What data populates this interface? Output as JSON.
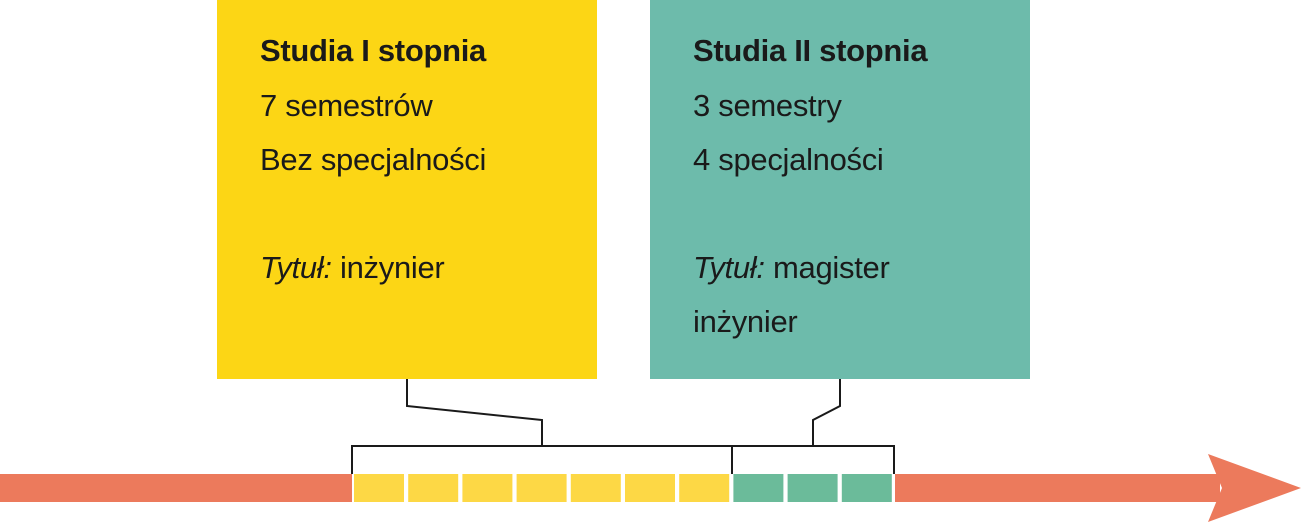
{
  "colors": {
    "yellow": "#fcd615",
    "teal": "#6dbbab",
    "arrow": "#ec7a5c",
    "semester_yellow": "#fdd845",
    "semester_teal": "#6bbb9a",
    "line": "#1a1a1a"
  },
  "first_cycle": {
    "title": "Studia I stopnia",
    "semesters": "7 semestrów",
    "specialties": "Bez specjalności",
    "degree_label": "Tytuł:",
    "degree_value": " inżynier",
    "semester_count": 7
  },
  "second_cycle": {
    "title": "Studia II stopnia",
    "semesters": "3 semestry",
    "specialties": "4 specjalności",
    "degree_label": "Tytuł:",
    "degree_value": " magister",
    "degree_value_line2": "inżynier",
    "semester_count": 3
  },
  "timeline": {
    "arrow_icon": "right-arrow-icon"
  }
}
